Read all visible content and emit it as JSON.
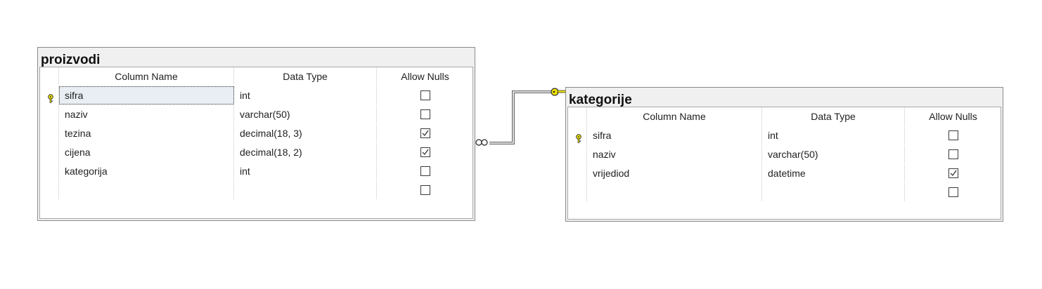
{
  "diagram": {
    "columns_header": {
      "name": "Column Name",
      "type": "Data Type",
      "nulls": "Allow Nulls"
    },
    "tables": [
      {
        "title": "proizvodi",
        "rows": [
          {
            "name": "sifra",
            "type": "int",
            "allow_nulls": false,
            "primary_key": true
          },
          {
            "name": "naziv",
            "type": "varchar(50)",
            "allow_nulls": false,
            "primary_key": false
          },
          {
            "name": "tezina",
            "type": "decimal(18, 3)",
            "allow_nulls": true,
            "primary_key": false
          },
          {
            "name": "cijena",
            "type": "decimal(18, 2)",
            "allow_nulls": true,
            "primary_key": false
          },
          {
            "name": "kategorija",
            "type": "int",
            "allow_nulls": false,
            "primary_key": false
          },
          {
            "name": "",
            "type": "",
            "allow_nulls": false,
            "primary_key": false
          }
        ]
      },
      {
        "title": "kategorije",
        "rows": [
          {
            "name": "sifra",
            "type": "int",
            "allow_nulls": false,
            "primary_key": true
          },
          {
            "name": "naziv",
            "type": "varchar(50)",
            "allow_nulls": false,
            "primary_key": false
          },
          {
            "name": "vrijediod",
            "type": "datetime",
            "allow_nulls": true,
            "primary_key": false
          },
          {
            "name": "",
            "type": "",
            "allow_nulls": false,
            "primary_key": false
          }
        ]
      }
    ],
    "relationship": {
      "from": "proizvodi",
      "to": "kategorije",
      "from_end": "many",
      "to_end": "one"
    },
    "colors": {
      "key": "#f2e600",
      "border": "#8a8a8a",
      "focus_bg": "#e8eef3"
    }
  }
}
